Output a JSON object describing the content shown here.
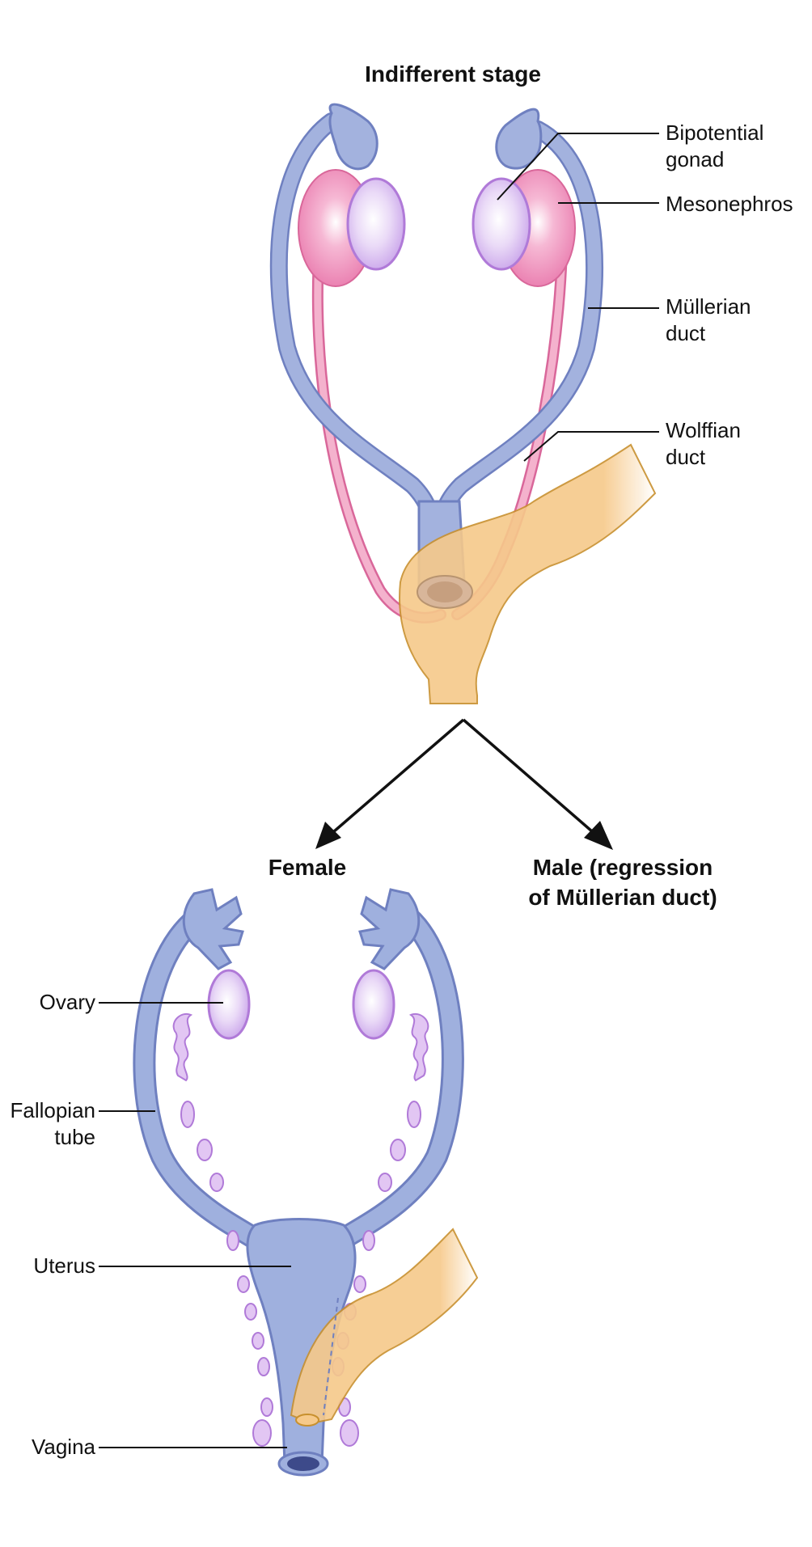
{
  "headings": {
    "indifferent_stage": "Indifferent stage",
    "female": "Female",
    "male_line1": "Male (regression",
    "male_line2": "of Müllerian duct)"
  },
  "top_labels": {
    "bipotential_gonad_line1": "Bipotential",
    "bipotential_gonad_line2": "gonad",
    "mesonephros": "Mesonephros",
    "mullerian_duct_line1": "Müllerian",
    "mullerian_duct_line2": "duct",
    "wolffian_duct_line1": "Wolffian",
    "wolffian_duct_line2": "duct"
  },
  "female_labels": {
    "ovary": "Ovary",
    "fallopian_tube_line1": "Fallopian",
    "fallopian_tube_line2": "tube",
    "uterus": "Uterus",
    "vagina": "Vagina"
  },
  "colors": {
    "mullerian_duct": "#9eaedb",
    "mullerian_outline": "#6f80c0",
    "wolffian_duct": "#f2a6c4",
    "mesonephros": "#ee88b4",
    "gonad": "#e4cdf3",
    "gonad_outline": "#b07ad8",
    "urogenital_sinus": "#f6c98a",
    "vagina_lumen": "#3d4a8a"
  }
}
